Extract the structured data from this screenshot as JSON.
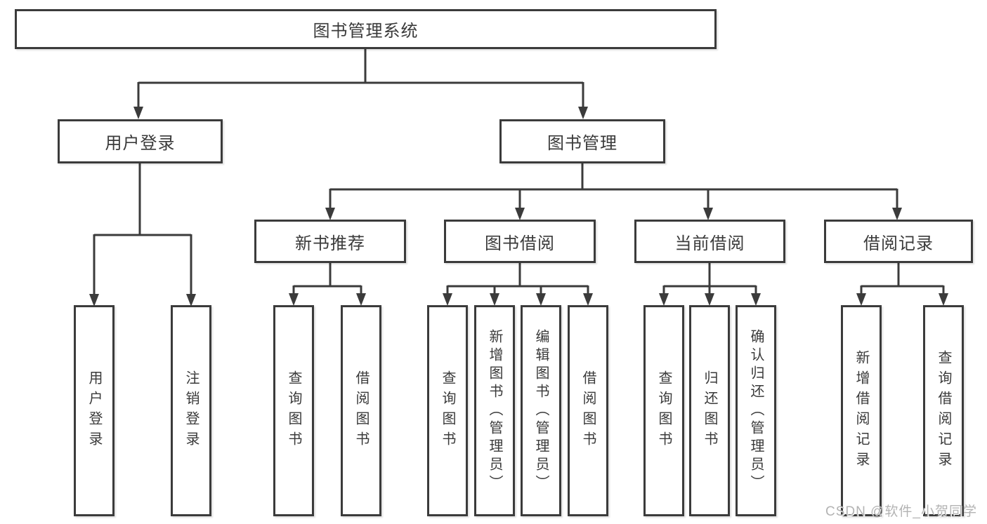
{
  "tree": {
    "root": {
      "label": "图书管理系统",
      "children": [
        {
          "label": "用户登录",
          "children": [
            {
              "label": "用户登录"
            },
            {
              "label": "注销登录"
            }
          ]
        },
        {
          "label": "图书管理",
          "children": [
            {
              "label": "新书推荐",
              "children": [
                {
                  "label": "查询图书"
                },
                {
                  "label": "借阅图书"
                }
              ]
            },
            {
              "label": "图书借阅",
              "children": [
                {
                  "label": "查询图书"
                },
                {
                  "label": "新增图书（管理员）"
                },
                {
                  "label": "编辑图书（管理员）"
                },
                {
                  "label": "借阅图书"
                }
              ]
            },
            {
              "label": "当前借阅",
              "children": [
                {
                  "label": "查询图书"
                },
                {
                  "label": "归还图书"
                },
                {
                  "label": "确认归还（管理员）"
                }
              ]
            },
            {
              "label": "借阅记录",
              "children": [
                {
                  "label": "新增借阅记录"
                },
                {
                  "label": "查询借阅记录"
                }
              ]
            }
          ]
        }
      ]
    }
  },
  "watermark": "CSDN @软件_小贺同学",
  "colors": {
    "line": "#3b3b3b",
    "box_border": "#3b3b3b",
    "text": "#3a3a3a",
    "background": "#ffffff",
    "watermark": "#b3b3b3"
  }
}
